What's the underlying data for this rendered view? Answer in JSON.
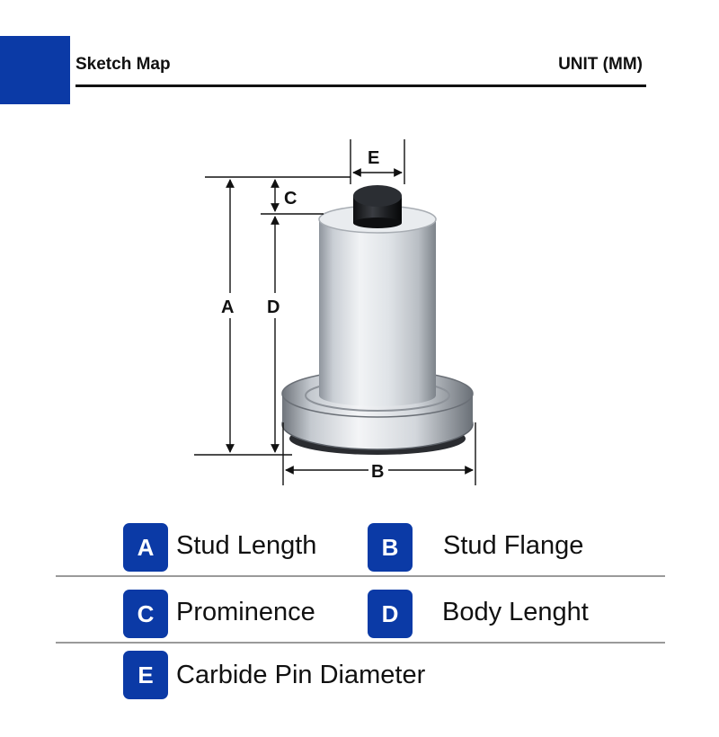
{
  "header": {
    "title": "Sketch Map",
    "unit": "UNIT (MM)"
  },
  "dimensions": {
    "A": "A",
    "B": "B",
    "C": "C",
    "D": "D",
    "E": "E"
  },
  "legend": [
    {
      "letter": "A",
      "label": "Stud Length"
    },
    {
      "letter": "B",
      "label": "Stud Flange"
    },
    {
      "letter": "C",
      "label": "Prominence"
    },
    {
      "letter": "D",
      "label": "Body Lenght"
    },
    {
      "letter": "E",
      "label": "Carbide Pin Diameter"
    }
  ],
  "colors": {
    "accent": "#0b3aa6",
    "divider": "#9a9a9a"
  }
}
